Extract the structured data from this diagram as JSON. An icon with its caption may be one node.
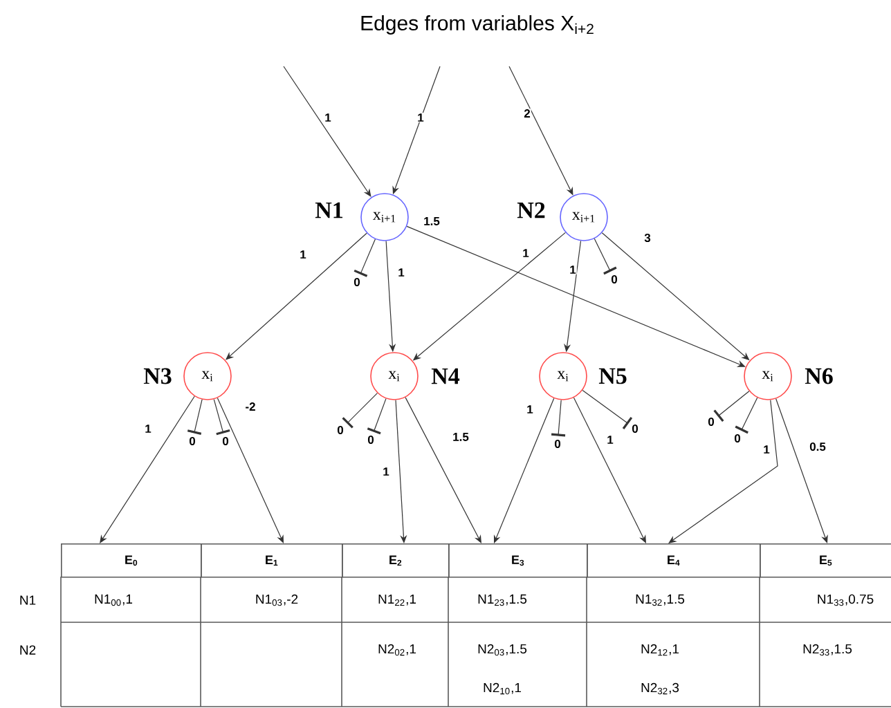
{
  "diagram": {
    "title": "Edges from variables X$_{i+2}$",
    "nodes": [
      {
        "text": [
          "x$_{i+1}$"
        ],
        "beside": [
          "N1"
        ]
      },
      {
        "text": [
          "x$_{i+1}$"
        ],
        "beside": [
          "N2"
        ]
      },
      {
        "text": [
          "x$_{i}$"
        ],
        "beside": [
          "N3"
        ]
      },
      {
        "text": [
          "x$_{i}$"
        ],
        "beside": [
          "N4"
        ]
      },
      {
        "text": [
          "x$_{i}$"
        ],
        "beside": [
          "N5"
        ]
      },
      {
        "text": [
          "x$_{i}$"
        ],
        "beside": [
          "N6"
        ]
      },
      {
        "text": [
          "E$_{0}$"
        ]
      },
      {
        "text": [
          "E$_{1}$"
        ]
      },
      {
        "text": [
          "E$_{2}$"
        ]
      },
      {
        "text": [
          "E$_{3}$"
        ]
      },
      {
        "text": [
          "E$_{4}$"
        ]
      },
      {
        "text": [
          "E$_{5}$"
        ]
      },
      {
        "text": [
          "0"
        ]
      },
      {
        "text": [
          "0"
        ]
      },
      {
        "text": [
          "0"
        ]
      },
      {
        "text": [
          "0"
        ]
      },
      {
        "text": [
          "0"
        ]
      },
      {
        "text": [
          "0"
        ]
      },
      {
        "text": [
          "0"
        ]
      },
      {
        "text": [
          "0"
        ]
      },
      {
        "text": [
          "0"
        ]
      },
      {
        "text": [
          "0"
        ]
      }
    ],
    "edges": [
      {
        "from": null,
        "to": 0,
        "arrow": "to",
        "label": "1"
      },
      {
        "from": null,
        "to": 0,
        "arrow": "to",
        "label": "1"
      },
      {
        "from": null,
        "to": 1,
        "arrow": "to",
        "label": "2"
      },
      {
        "from": 0,
        "to": 2,
        "arrow": "to",
        "label": "1"
      },
      {
        "from": 0,
        "to": 3,
        "arrow": "to",
        "label": "1"
      },
      {
        "from": 0,
        "to": 5,
        "arrow": "to",
        "label": "1.5"
      },
      {
        "from": 1,
        "to": 3,
        "arrow": "to",
        "label": "1"
      },
      {
        "from": 1,
        "to": 4,
        "arrow": "to",
        "label": "1"
      },
      {
        "from": 1,
        "to": 5,
        "arrow": "to",
        "label": "3"
      },
      {
        "from": 2,
        "to": 6,
        "arrow": "to",
        "label": "1"
      },
      {
        "from": 2,
        "to": 7,
        "arrow": "to",
        "label": "-2"
      },
      {
        "from": 3,
        "to": 8,
        "arrow": "to",
        "label": "1"
      },
      {
        "from": 3,
        "to": 9,
        "arrow": "to",
        "label": "1.5"
      },
      {
        "from": 4,
        "to": 9,
        "arrow": "to",
        "label": "1"
      },
      {
        "from": 4,
        "to": 10,
        "arrow": "to",
        "label": "1"
      },
      {
        "from": 5,
        "to": 10,
        "arrow": "to",
        "label": "1"
      },
      {
        "from": 5,
        "to": 11,
        "arrow": "to",
        "label": "0.5"
      },
      {
        "from": 0,
        "to": 12,
        "arrow": "other"
      },
      {
        "from": 1,
        "to": 13,
        "arrow": "other"
      },
      {
        "from": 2,
        "to": 14,
        "arrow": "other"
      },
      {
        "from": 2,
        "to": 15,
        "arrow": "other"
      },
      {
        "from": 3,
        "to": 16,
        "arrow": "other"
      },
      {
        "from": 3,
        "to": 17,
        "arrow": "other"
      },
      {
        "from": 4,
        "to": 18,
        "arrow": "other"
      },
      {
        "from": 4,
        "to": 19,
        "arrow": "other"
      },
      {
        "from": 5,
        "to": 20,
        "arrow": "other"
      },
      {
        "from": 5,
        "to": 21,
        "arrow": "other"
      }
    ],
    "labels": [
      "N1",
      "N1$_{00}$,1",
      "N1$_{03}$,-2",
      "N1$_{22}$,1",
      "N1$_{23}$,1.5",
      "N1$_{32}$,1.5",
      "N1$_{33}$,0.75",
      "N2",
      "N2$_{02}$,1",
      "N2$_{03}$,1.5",
      "N2$_{12}$,1",
      "N2$_{33}$,1.5",
      "N2$_{10}$,1",
      "N2$_{32}$,3"
    ]
  }
}
